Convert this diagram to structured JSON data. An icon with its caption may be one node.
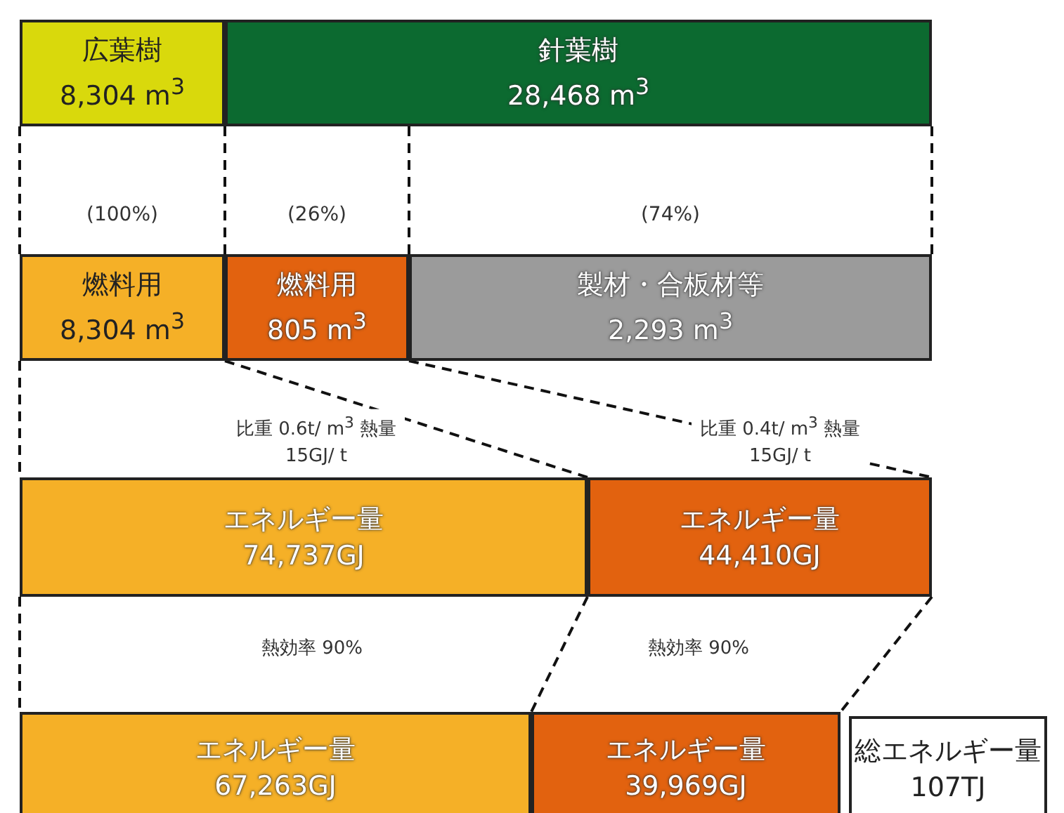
{
  "diagram": {
    "nodes": [
      {
        "text": [
          "広葉樹",
          "8,304 m$^{3}$"
        ]
      },
      {
        "text": [
          "針葉樹",
          "28,468 m$^{3}$"
        ]
      },
      {
        "text": [
          "燃料用",
          "8,304 m$^{3}$"
        ],
        "beside": [
          "(100%)"
        ]
      },
      {
        "text": [
          "燃料用",
          "805 m$^{3}$"
        ],
        "beside": [
          "(26%)"
        ]
      },
      {
        "text": [
          "製材・合板材等",
          "2,293 m$^{3}$"
        ],
        "beside": [
          "(74%)"
        ]
      },
      {
        "text": [
          "エネルギー量",
          "74,737GJ"
        ]
      },
      {
        "text": [
          "エネルギー量",
          "44,410GJ"
        ]
      },
      {
        "text": [
          "エネルギー量",
          "67,263GJ"
        ]
      },
      {
        "text": [
          "エネルギー量",
          "39,969GJ"
        ]
      },
      {
        "text": [
          "総エネルギー量",
          "107TJ"
        ]
      }
    ],
    "edges": [
      {
        "from": 0,
        "to": 2,
        "arrow": "none",
        "style": "dashed"
      },
      {
        "from": 1,
        "to": 3,
        "arrow": "none",
        "style": "dashed"
      },
      {
        "from": 1,
        "to": 3,
        "arrow": "none",
        "style": "dashed"
      },
      {
        "from": 1,
        "to": 4,
        "arrow": "none",
        "style": "dashed"
      },
      {
        "from": 2,
        "to": 5,
        "arrow": "none",
        "style": "dashed"
      },
      {
        "from": 3,
        "to": 6,
        "arrow": "none",
        "style": "dashed"
      },
      {
        "from": 3,
        "to": 6,
        "arrow": "none",
        "style": "dashed"
      },
      {
        "from": 5,
        "to": 7,
        "arrow": "none",
        "style": "dashed"
      },
      {
        "from": 6,
        "to": 8,
        "arrow": "none",
        "style": "dashed"
      },
      {
        "from": 6,
        "to": 8,
        "arrow": "none",
        "style": "dashed"
      }
    ],
    "labels": [
      "比重 0.6t/ m$^{3}$ 熱量 15GJ/ t",
      "比重 0.4t/ m$^{3}$ 熱量 15GJ/ t",
      "熱効率 90%",
      "熱効率 90%"
    ]
  }
}
